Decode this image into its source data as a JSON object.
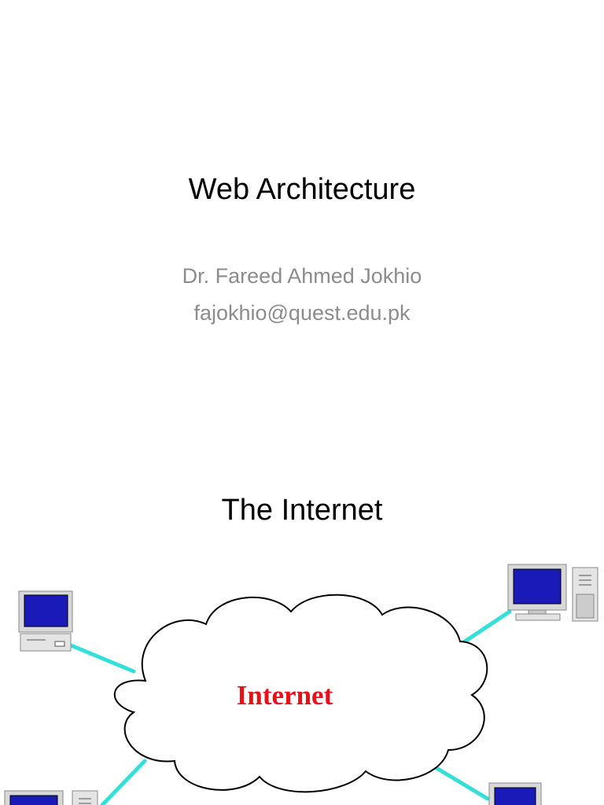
{
  "slides": [
    {
      "title": "Web Architecture",
      "subtitle_lines": [
        "Dr. Fareed Ahmed Jokhio",
        "fajokhio@quest.edu.pk"
      ]
    },
    {
      "title": "The Internet",
      "diagram": {
        "cloud_label": "Internet",
        "cloud_label_color": "#e8101a",
        "link_color": "#33e0d8",
        "screen_color": "#1a1ab8"
      }
    }
  ]
}
